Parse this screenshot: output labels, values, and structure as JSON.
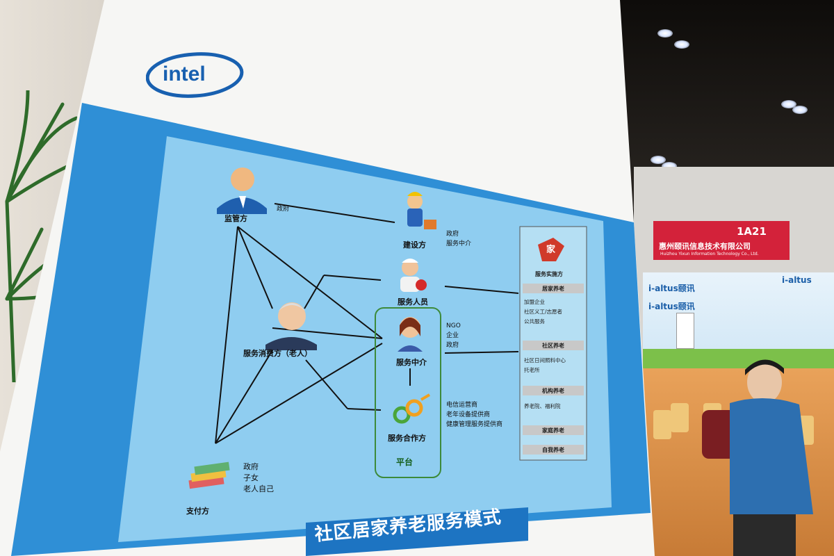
{
  "logo": "intel",
  "diagram": {
    "title": "社区居家养老服务模式",
    "nodes": {
      "supervisor": "监管方",
      "builder": "建设方",
      "service_staff": "服务人员",
      "consumer": "服务消费方（老人）",
      "intermediary": "服务中介",
      "partner": "服务合作方",
      "payer": "支付方",
      "platform": "平台"
    },
    "notes": {
      "supervisor_line": "政府",
      "builder": [
        "政府",
        "服务中介"
      ],
      "intermediary": [
        "NGO",
        "企业",
        "政府"
      ],
      "partner": [
        "电信运营商",
        "老年设备提供商",
        "健康管理服务提供商"
      ],
      "payer": [
        "政府",
        "子女",
        "老人自己"
      ]
    },
    "right_column": {
      "logo_char": "家",
      "header": "服务实施方",
      "sections": [
        {
          "title": "居家养老",
          "items": [
            "加盟企业",
            "社区义工/志愿者",
            "公共服务"
          ]
        },
        {
          "title": "社区养老",
          "items": [
            "社区日间照料中心",
            "托老所"
          ]
        },
        {
          "title": "机构养老",
          "items": [
            "养老院、福利院"
          ]
        },
        {
          "title": "家庭养老",
          "items": []
        },
        {
          "title": "自我养老",
          "items": []
        }
      ]
    }
  },
  "booth": {
    "code": "1A21",
    "name_cn": "惠州颐讯信息技术有限公司",
    "name_en": "Huizhou Yixun Information Technology Co., Ltd.",
    "banners": [
      "i-altus颐讯",
      "i-altus",
      "i-altus颐讯"
    ]
  },
  "colors": {
    "panel_blue": "#2f8fd6",
    "inner_panel": "#8fcdf0",
    "platform_border": "#3c8a3a",
    "booth_red": "#d3223a"
  }
}
